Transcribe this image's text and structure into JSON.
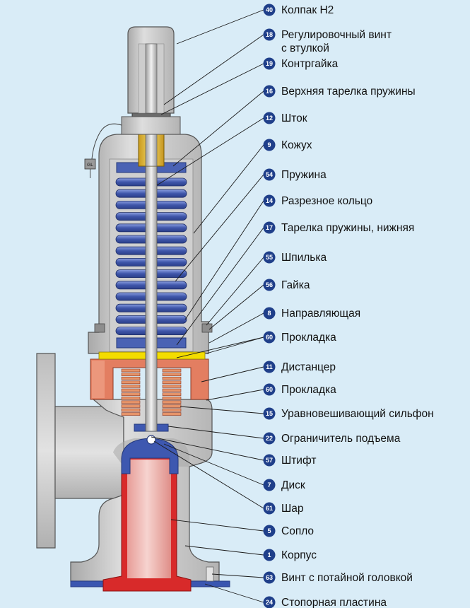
{
  "colors": {
    "background": "#d9ecf7",
    "body_grey": "#c9c9c9",
    "body_grey_dark": "#8d8d8d",
    "spring_blue": "#4a62b4",
    "nozzle_red": "#d82a2a",
    "nozzle_pink": "#f0b2ae",
    "bellows_orange": "#e69368",
    "brass": "#e8c240",
    "yellow": "#f3dc00",
    "badge_blue": "#1f3f8a"
  },
  "tag_text": "GL",
  "labels": [
    {
      "num": "40",
      "text": "Колпак H2"
    },
    {
      "num": "18",
      "text": "Регулировочный винт",
      "text2": "с втулкой"
    },
    {
      "num": "19",
      "text": "Контргайка"
    },
    {
      "num": "16",
      "text": "Верхняя тарелка пружины"
    },
    {
      "num": "12",
      "text": "Шток"
    },
    {
      "num": "9",
      "text": "Кожух"
    },
    {
      "num": "54",
      "text": "Пружина"
    },
    {
      "num": "14",
      "text": "Разрезное кольцо"
    },
    {
      "num": "17",
      "text": "Тарелка пружины, нижняя"
    },
    {
      "num": "55",
      "text": "Шпилька"
    },
    {
      "num": "56",
      "text": "Гайка"
    },
    {
      "num": "8",
      "text": "Направляющая"
    },
    {
      "num": "60",
      "text": "Прокладка"
    },
    {
      "num": "11",
      "text": "Дистанцер"
    },
    {
      "num": "60",
      "text": "Прокладка"
    },
    {
      "num": "15",
      "text": "Уравновешивающий сильфон"
    },
    {
      "num": "22",
      "text": "Ограничитель подъема"
    },
    {
      "num": "57",
      "text": "Штифт"
    },
    {
      "num": "7",
      "text": "Диск"
    },
    {
      "num": "61",
      "text": "Шар"
    },
    {
      "num": "5",
      "text": "Сопло"
    },
    {
      "num": "1",
      "text": "Корпус"
    },
    {
      "num": "63",
      "text": "Винт с потайной головкой"
    },
    {
      "num": "24",
      "text": "Стопорная пластина"
    }
  ]
}
